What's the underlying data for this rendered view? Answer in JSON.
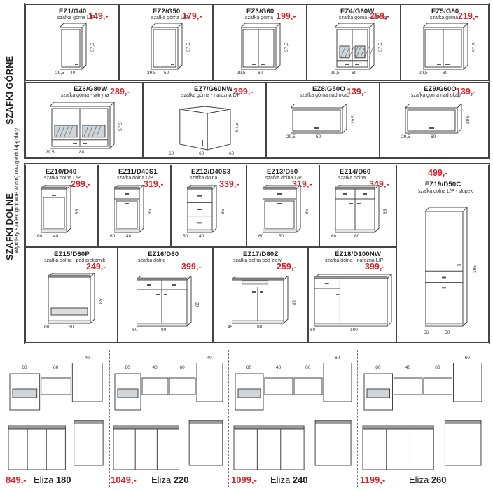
{
  "sections": {
    "upper_label": "SZAFKI GÓRNE",
    "lower_label": "SZAFKI DOLNE",
    "note": "Wymiary szafek (podane w cm) uwzględniają blaty."
  },
  "upper_row1": [
    {
      "code": "EZ1/G40",
      "desc": "szafka górna L/P",
      "price": "149,-",
      "w": "40",
      "d": "29,5",
      "h": "57,5"
    },
    {
      "code": "EZ2/G50",
      "desc": "szafka górna L/P",
      "price": "179,-",
      "w": "50",
      "d": "29,5",
      "h": "57,5"
    },
    {
      "code": "EZ3/G60",
      "desc": "szafka górna",
      "price": "199,-",
      "w": "60",
      "d": "29,5",
      "h": "57,5"
    },
    {
      "code": "EZ4/G60W",
      "desc": "szafka górna - witryna",
      "price": "259,-",
      "w": "60",
      "d": "29,5",
      "h": "57,5"
    },
    {
      "code": "EZ5/G80",
      "desc": "szafka górna",
      "price": "219,-",
      "w": "80",
      "d": "29,5",
      "h": "57,5"
    }
  ],
  "upper_row2": [
    {
      "code": "EZ6/G80W",
      "desc": "szafka górna - witryna",
      "price": "289,-",
      "w": "80",
      "d": "29,5",
      "h": "57,5"
    },
    {
      "code": "EZ7/G60NW",
      "desc": "szafka górna - narożna L/P",
      "price": "299,-",
      "w": "60",
      "d": "60",
      "d2": "60",
      "h": "57,5"
    },
    {
      "code": "EZ8/G50O",
      "desc": "szafka górna nad okap",
      "price": "139,-",
      "w": "50",
      "d": "29,5",
      "h": "29,5"
    },
    {
      "code": "EZ9/G60O",
      "desc": "szafka górna nad okap",
      "price": "139,-",
      "w": "60",
      "d": "29,5",
      "h": "29,5"
    }
  ],
  "lower_row1": [
    {
      "code": "EZ10/D40",
      "desc": "szafka dolna L/P",
      "price": "299,-",
      "w": "40",
      "d": "60",
      "h": "85"
    },
    {
      "code": "EZ11/D40S1",
      "desc": "szafka dolna L/P",
      "price": "319,-",
      "w": "40",
      "d": "60",
      "h": "85"
    },
    {
      "code": "EZ12/D40S3",
      "desc": "szafka dolna",
      "price": "339,-",
      "w": "40",
      "d": "60",
      "h": "85"
    },
    {
      "code": "EZ13/D50",
      "desc": "szafka dolna L/P",
      "price": "319,-",
      "w": "50",
      "d": "60",
      "h": "85"
    },
    {
      "code": "EZ14/D60",
      "desc": "szafka dolna",
      "price": "349,-",
      "w": "60",
      "d": "60",
      "h": "85"
    }
  ],
  "tall": {
    "code": "EZ19/D50C",
    "desc": "szafka dolna L/P - słupek",
    "price": "499,-",
    "w": "50",
    "d": "56",
    "h": "195"
  },
  "lower_row2": [
    {
      "code": "EZ15/D60P",
      "desc": "szafka dolna - pod piekarnik",
      "price": "249,-",
      "w": "60",
      "d": "60",
      "h": "85"
    },
    {
      "code": "EZ16/D80",
      "desc": "szafka dolna",
      "price": "399,-",
      "w": "80",
      "d": "60",
      "h": "85"
    },
    {
      "code": "EZ17/D80Z",
      "desc": "szafka dolna pod zlew",
      "price": "259,-",
      "w": "80",
      "d": "45",
      "h": "82"
    },
    {
      "code": "EZ18/D100NW",
      "desc": "szafka dolna - narożna L/P",
      "price": "399,-",
      "w": "100",
      "d": "60",
      "h": ""
    }
  ],
  "sets": [
    {
      "price": "849,-",
      "name": "Eliza",
      "size": "180",
      "dims": [
        "80",
        "60",
        "40"
      ]
    },
    {
      "price": "1049,-",
      "name": "Eliza",
      "size": "220",
      "dims": [
        "80",
        "40",
        "60",
        "40"
      ]
    },
    {
      "price": "1099,-",
      "name": "Eliza",
      "size": "240",
      "dims": [
        "80",
        "40",
        "60",
        "60"
      ]
    },
    {
      "price": "1199,-",
      "name": "Eliza",
      "size": "260",
      "dims": [
        "80",
        "40",
        "80",
        "60"
      ]
    }
  ],
  "colors": {
    "price": "#d8232a",
    "line": "#444",
    "fill": "#ffffff",
    "top": "#9a9a9a",
    "glass": "#cfd6da"
  }
}
